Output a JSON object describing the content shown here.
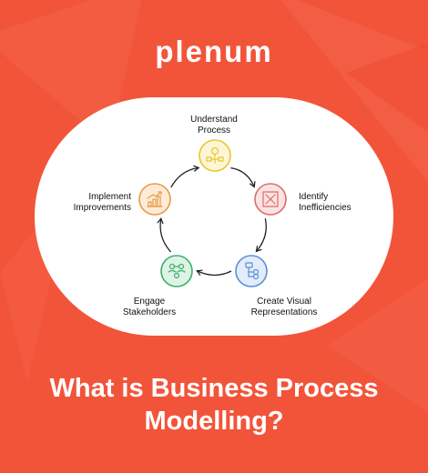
{
  "brand": {
    "logo_text": "plenum"
  },
  "colors": {
    "background": "#f2543a",
    "card": "#ffffff",
    "arrow": "#222222"
  },
  "cycle": [
    {
      "line1": "Understand",
      "line2": "Process",
      "icon": "lightbulb-flowchart-icon",
      "color": "#e8c62a",
      "fill": "#fdf6d6"
    },
    {
      "line1": "Identify",
      "line2": "Inefficiencies",
      "icon": "x-box-icon",
      "color": "#e06b6b",
      "fill": "#fbe3e3"
    },
    {
      "line1": "Create Visual",
      "line2": "Representations",
      "icon": "flowchart-icon",
      "color": "#5a8fd6",
      "fill": "#e2ecfa"
    },
    {
      "line1": "Engage",
      "line2": "Stakeholders",
      "icon": "people-network-icon",
      "color": "#3fae6b",
      "fill": "#ddf3e5"
    },
    {
      "line1": "Implement",
      "line2": "Improvements",
      "icon": "growth-chart-icon",
      "color": "#e89a45",
      "fill": "#fdebd7"
    }
  ],
  "headline": {
    "line1": "What is Business Process",
    "line2": "Modelling?"
  }
}
